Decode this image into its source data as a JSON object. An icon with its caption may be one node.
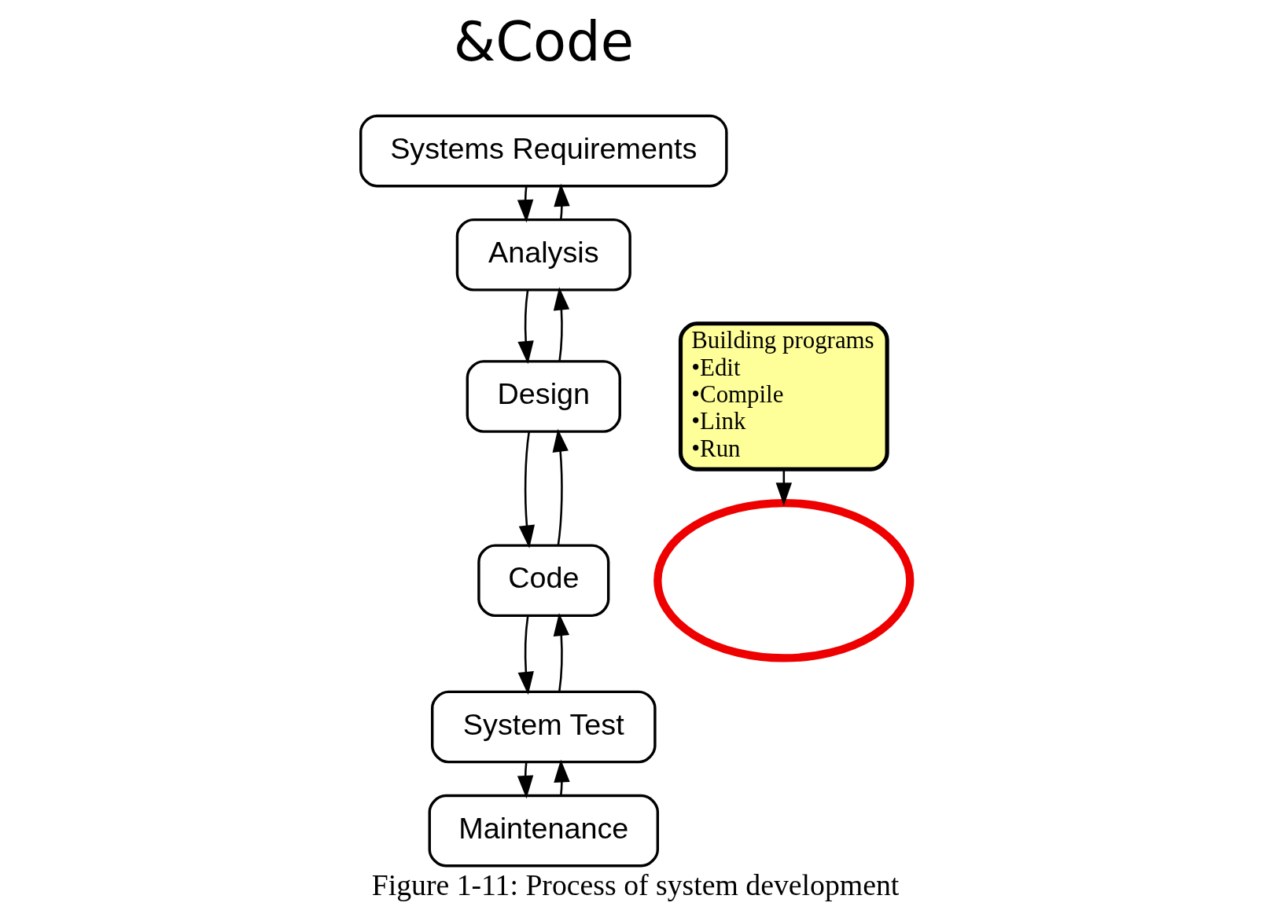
{
  "diagram": {
    "caption": "Figure 1-11: Process of system development",
    "nodes": [
      {
        "text": [
          "Systems Requirements"
        ]
      },
      {
        "text": [
          "Analysis"
        ]
      },
      {
        "text": [
          "Design"
        ]
      },
      {
        "text": [
          "Code"
        ]
      },
      {
        "text": [
          "System Test"
        ]
      },
      {
        "text": [
          "Maintenance"
        ]
      },
      {
        "text": [
          "Building programs",
          "•Edit",
          "•Compile",
          "•Link",
          "•Run"
        ]
      },
      {
        "text": [],
        "shape": "ellipse"
      }
    ],
    "edges": [
      {
        "from": 0,
        "to": 1,
        "arrow": "to"
      },
      {
        "from": 1,
        "to": 0,
        "arrow": "to"
      },
      {
        "from": 1,
        "to": 2,
        "arrow": "to"
      },
      {
        "from": 2,
        "to": 1,
        "arrow": "to"
      },
      {
        "from": 2,
        "to": 3,
        "arrow": "to"
      },
      {
        "from": 3,
        "to": 2,
        "arrow": "to"
      },
      {
        "from": 3,
        "to": 4,
        "arrow": "to"
      },
      {
        "from": 4,
        "to": 3,
        "arrow": "to"
      },
      {
        "from": 4,
        "to": 5,
        "arrow": "to"
      },
      {
        "from": 5,
        "to": 4,
        "arrow": "to"
      },
      {
        "from": 6,
        "to": 7,
        "arrow": "to"
      }
    ],
    "labels": [
      "&Code"
    ]
  }
}
